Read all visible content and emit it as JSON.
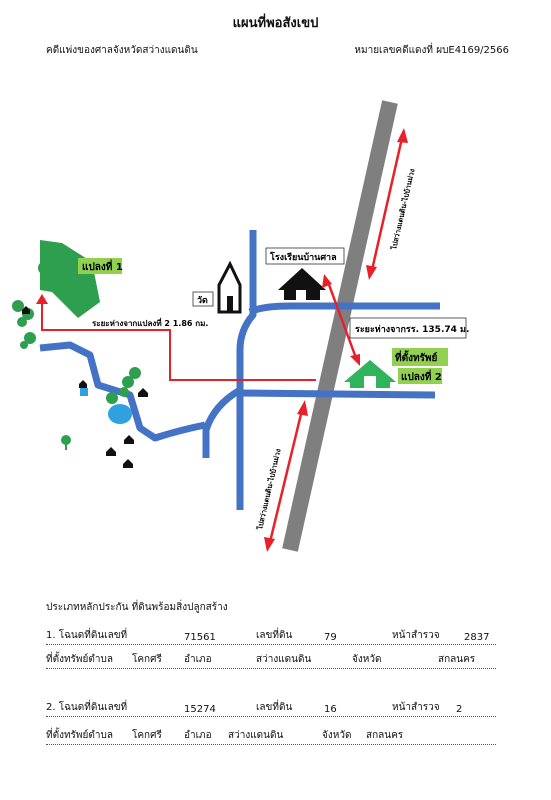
{
  "header": {
    "title": "แผนที่พอสังเขป",
    "court": "คดีแพ่งของศาลจังหวัดสว่างแดนดิน",
    "case_no": "หมายเลขคดีแดงที่ ผบE4169/2566"
  },
  "map": {
    "plot1_label": "แปลงที่ 1",
    "temple_label": "วัด",
    "school_label": "โรงเรียนบ้านศาล",
    "distance_plot1": "ระยะห่างจากแปลงที่ 2 1.86 กม.",
    "distance_school": "ระยะห่างจากรร. 135.74 ม.",
    "property_location": "ที่ตั้งทรัพย์",
    "plot2_label": "แปลงที่ 2",
    "road_north": "ไปสว่างแดนดิน-ไปบ้านม่วง",
    "road_south": "ไปสว่างแดนดิน-ไปบ้านม่วง",
    "colors": {
      "road": "#4472c4",
      "railway": "#7f7f7f",
      "land": "#2e9e4f",
      "pointer": "#e8202a",
      "label_bg": "#92d050"
    }
  },
  "collateral": {
    "heading": "ประเภทหลักประกัน ที่ดินพร้อมสิ่งปลูกสร้าง",
    "items": [
      {
        "line1_prefix": "1. โฉนดที่ดินเลขที่",
        "deed_no": "71561",
        "land_label": "เลขที่ดิน",
        "land_no": "79",
        "survey_label": "หน้าสำรวจ",
        "survey_no": "2837",
        "loc_label": "ที่ตั้งทรัพย์ตำบล",
        "subdistrict": "โคกศรี",
        "district_label": "อำเภอ",
        "district": "สว่างแดนดิน",
        "province_label": "จังหวัด",
        "province": "สกลนคร"
      },
      {
        "line1_prefix": "2. โฉนดที่ดินเลขที่",
        "deed_no": "15274",
        "land_label": "เลขที่ดิน",
        "land_no": "16",
        "survey_label": "หน้าสำรวจ",
        "survey_no": "2",
        "loc_label": "ที่ตั้งทรัพย์ตำบล",
        "subdistrict": "โคกศรี",
        "district_label": "อำเภอ",
        "district": "สว่างแดนดิน",
        "province_label": "จังหวัด",
        "province": "สกลนคร"
      }
    ]
  }
}
